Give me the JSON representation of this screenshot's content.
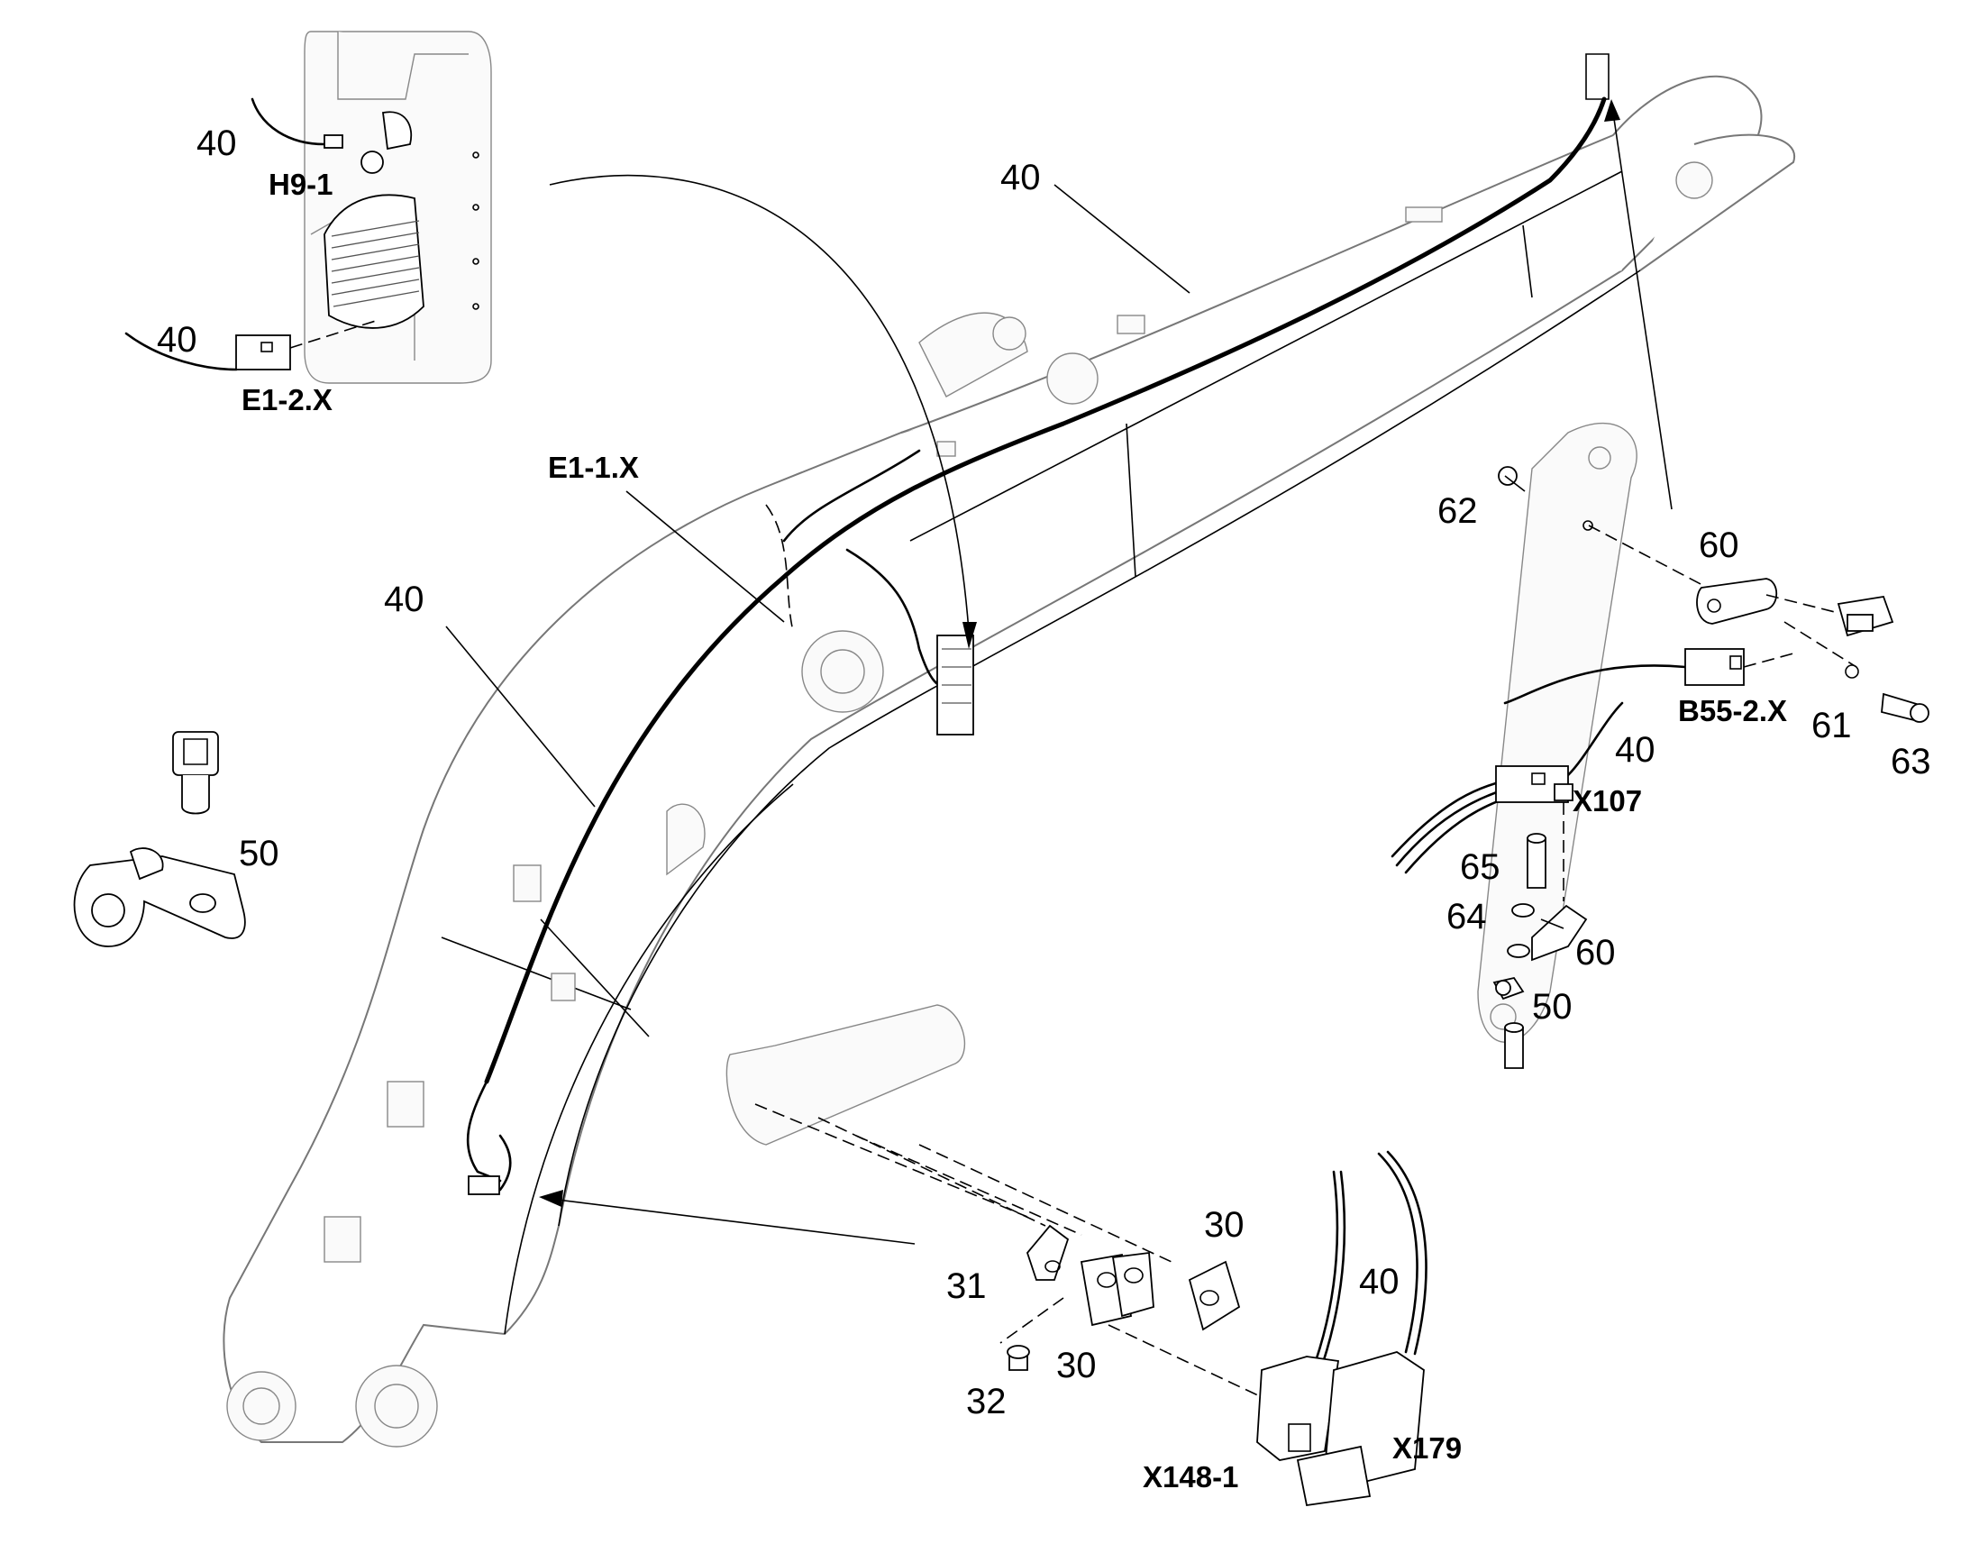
{
  "labels": {
    "n40_light": "40",
    "h9_1": "H9-1",
    "n40_lamp": "40",
    "e1_2x": "E1-2.X",
    "n40_top": "40",
    "e1_1x": "E1-1.X",
    "n40_mid": "40",
    "n50_left": "50",
    "n62": "62",
    "n60_top": "60",
    "b55_2x": "B55-2.X",
    "n61": "61",
    "n63": "63",
    "n40_right": "40",
    "x107": "X107",
    "n65": "65",
    "n64": "64",
    "n60_bot": "60",
    "n50_right": "50",
    "n30_top": "30",
    "n31": "31",
    "n40_bottom": "40",
    "n30_bot": "30",
    "n32": "32",
    "x148_1": "X148-1",
    "x179": "X179"
  }
}
